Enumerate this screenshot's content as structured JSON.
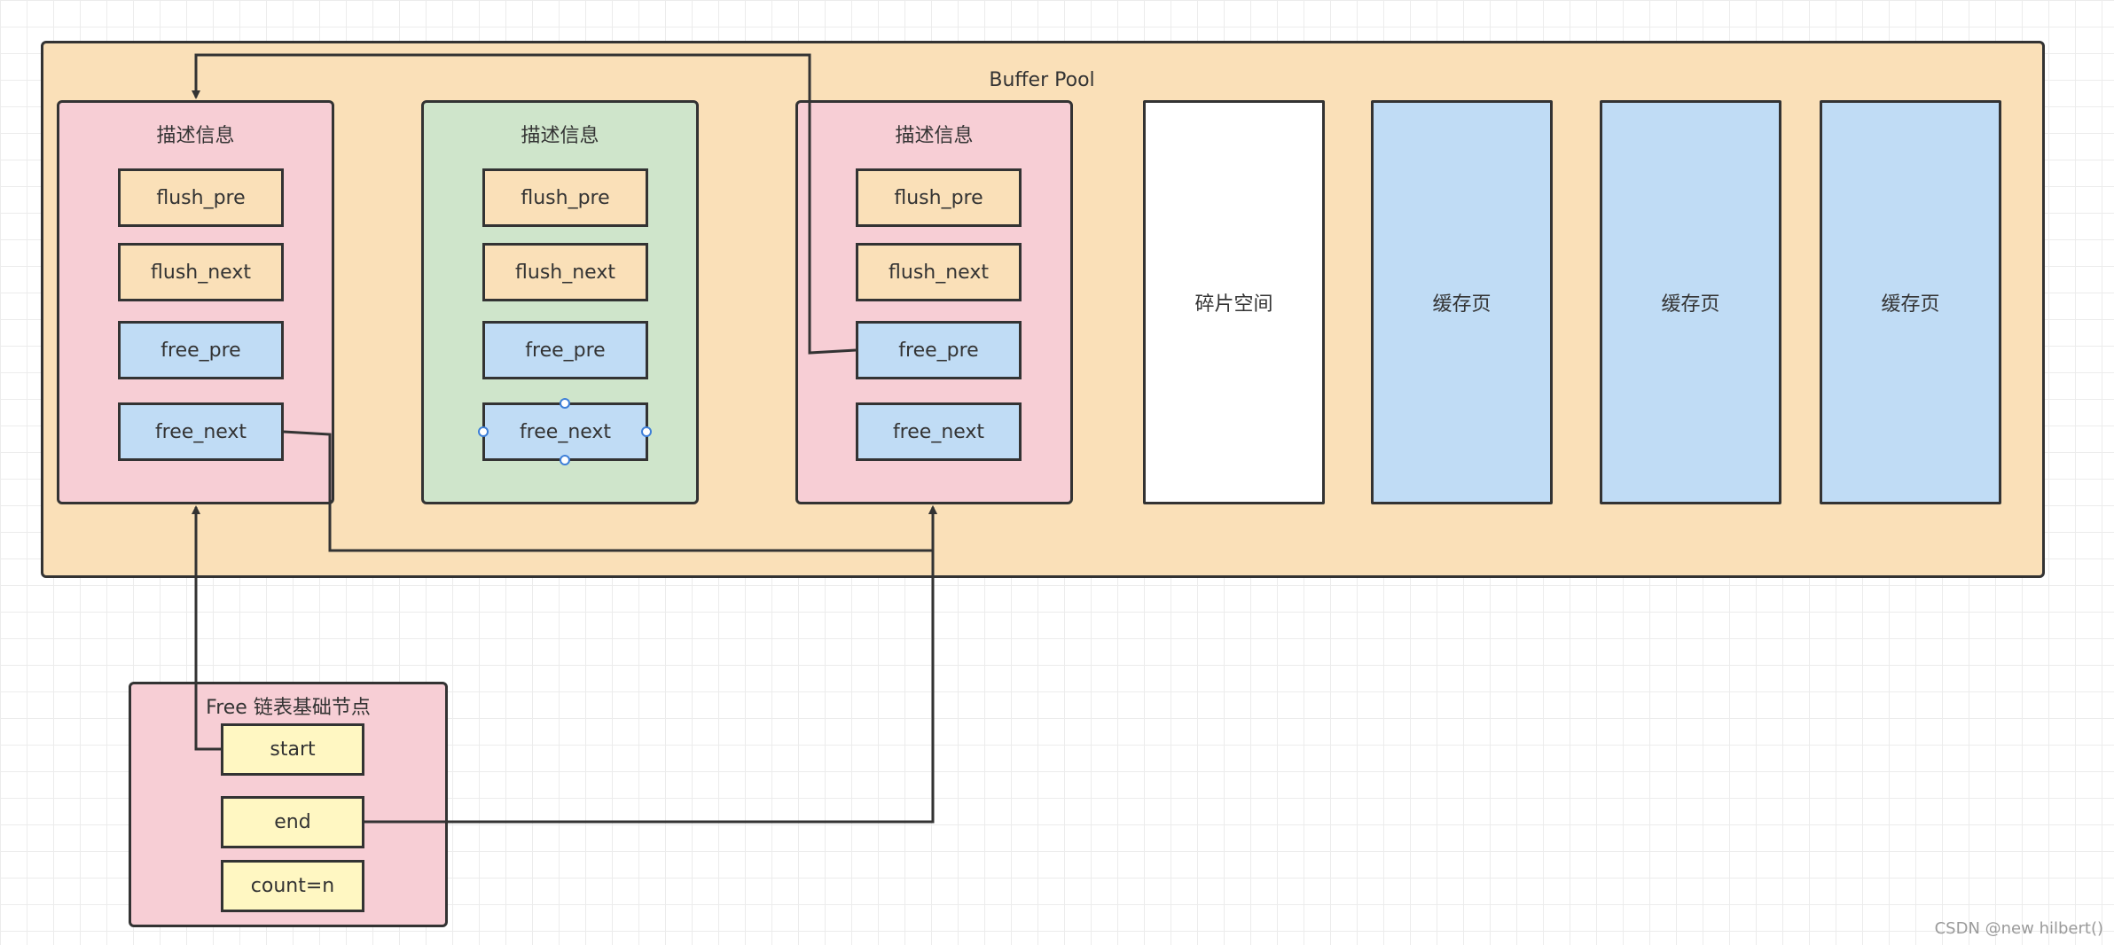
{
  "pool": {
    "title": "Buffer Pool"
  },
  "descriptors": [
    {
      "title": "描述信息",
      "fields": [
        "flush_pre",
        "flush_next",
        "free_pre",
        "free_next"
      ]
    },
    {
      "title": "描述信息",
      "fields": [
        "flush_pre",
        "flush_next",
        "free_pre",
        "free_next"
      ]
    },
    {
      "title": "描述信息",
      "fields": [
        "flush_pre",
        "flush_next",
        "free_pre",
        "free_next"
      ]
    }
  ],
  "pages": [
    "碎片空间",
    "缓存页",
    "缓存页",
    "缓存页"
  ],
  "free_node": {
    "title": "Free 链表基础节点",
    "fields": [
      "start",
      "end",
      "count=n"
    ]
  },
  "watermark": "CSDN @new hilbert()",
  "colors": {
    "pool": "#fae0b8",
    "descriptor_free": "#f7ced5",
    "descriptor_used": "#cfe5cb",
    "flush_field": "#fae0b8",
    "free_field": "#c0dcf5",
    "node_field": "#fff7c2",
    "fragment": "#ffffff",
    "cache_page": "#c0dcf5",
    "stroke": "#333333"
  }
}
